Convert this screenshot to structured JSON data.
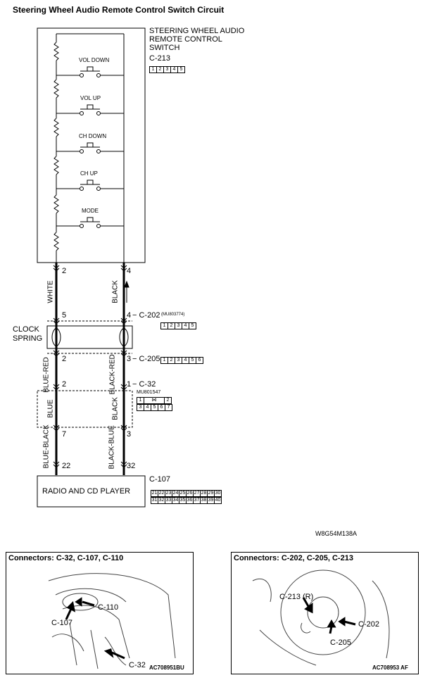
{
  "title": "Steering Wheel Audio Remote Control Switch Circuit",
  "switch_unit": {
    "name_lines": [
      "STEERING WHEEL AUDIO",
      "REMOTE CONTROL",
      "SWITCH"
    ],
    "connector": "C-213",
    "pins": [
      "1",
      "2",
      "3",
      "4",
      "5"
    ],
    "switches": [
      "VOL DOWN",
      "VOL UP",
      "CH DOWN",
      "CH UP",
      "MODE"
    ],
    "out_pins": {
      "left": "2",
      "right": "4"
    }
  },
  "wires_top": {
    "left": "WHITE",
    "right": "BLACK"
  },
  "clock_spring": {
    "label_lines": [
      "CLOCK",
      "SPRING"
    ],
    "top_pins": {
      "left": "5",
      "right": "4"
    },
    "bottom_pins": {
      "left": "2",
      "right": "3"
    },
    "connector_top": "C-202",
    "connector_top_part": "(MU803774)",
    "connector_top_pins": [
      "1",
      "2",
      "3",
      "4",
      "5"
    ],
    "connector_bottom": "C-205",
    "connector_bottom_pins": [
      "1",
      "2",
      "3",
      "4",
      "5",
      "6"
    ]
  },
  "wires_mid": {
    "left": "BLUE-RED",
    "right": "BLACK-RED"
  },
  "junction": {
    "connector": "C-32",
    "part": "MU801547",
    "top_pins": {
      "left": "2",
      "right": "1"
    },
    "bottom_pins": {
      "left": "7",
      "right": "3"
    },
    "pins_row1": [
      "1",
      "2"
    ],
    "pins_row2": [
      "3",
      "4",
      "5",
      "6",
      "7"
    ],
    "wire_left": "BLUE",
    "wire_right": "BLACK"
  },
  "wires_bottom": {
    "left": "BLUE-BLACK",
    "right": "BLACK-BLUE"
  },
  "radio": {
    "name": "RADIO AND CD PLAYER",
    "connector": "C-107",
    "pins_in": {
      "left": "22",
      "right": "32"
    },
    "pins_row1": [
      "21",
      "22",
      "23",
      "24",
      "25",
      "26",
      "27",
      "28",
      "29",
      "30"
    ],
    "pins_row2": [
      "31",
      "32",
      "33",
      "34",
      "35",
      "36",
      "37",
      "38",
      "39",
      "40"
    ]
  },
  "figure_code": "W8G54M138A",
  "photos": [
    {
      "title": "Connectors: C-32, C-107, C-110",
      "callouts": [
        "C-110",
        "C-107",
        "C-32"
      ],
      "code": "AC708951BU"
    },
    {
      "title": "Connectors: C-202, C-205, C-213",
      "callouts": [
        "C-213 (R)",
        "C-202",
        "C-205"
      ],
      "code": "AC708953 AF"
    }
  ]
}
